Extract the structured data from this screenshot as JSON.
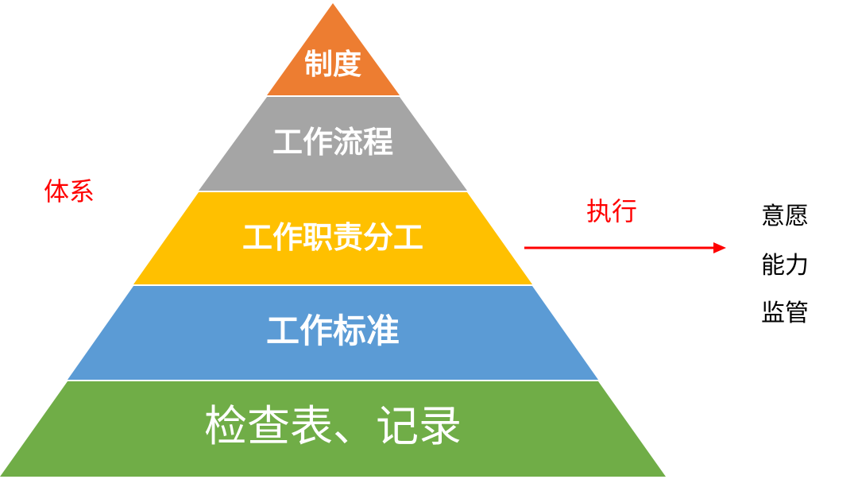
{
  "pyramid": {
    "layers": [
      {
        "label": "制度",
        "color": "#ED7D31"
      },
      {
        "label": "工作流程",
        "color": "#A5A5A5"
      },
      {
        "label": "工作职责分工",
        "color": "#FFC000"
      },
      {
        "label": "工作标准",
        "color": "#5B9BD5"
      },
      {
        "label": "检查表、记录",
        "color": "#70AD47"
      }
    ]
  },
  "left_label": {
    "text": "体系",
    "color": "#FF0000"
  },
  "arrow": {
    "label": "执行",
    "color": "#FF0000"
  },
  "factors": [
    "意愿",
    "能力",
    "监管"
  ]
}
